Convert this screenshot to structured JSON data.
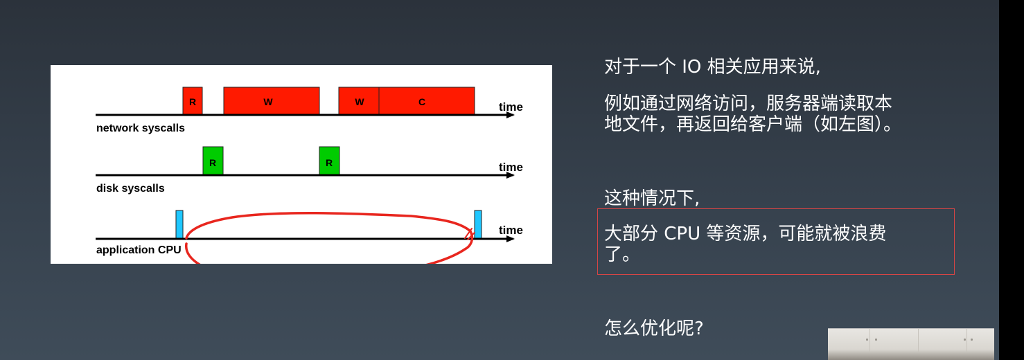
{
  "diagram": {
    "rows": [
      {
        "label": "network syscalls",
        "time_label": "time",
        "blocks": [
          {
            "text": "R",
            "color": "#ff1a00"
          },
          {
            "text": "W",
            "color": "#ff1a00"
          },
          {
            "text": "W",
            "color": "#ff1a00"
          },
          {
            "text": "C",
            "color": "#ff1a00"
          }
        ]
      },
      {
        "label": "disk syscalls",
        "time_label": "time",
        "blocks": [
          {
            "text": "R",
            "color": "#00cc00"
          },
          {
            "text": "R",
            "color": "#00cc00"
          }
        ]
      },
      {
        "label": "application CPU",
        "time_label": "time",
        "blocks": [
          {
            "text": "",
            "color": "#1fc7ff"
          },
          {
            "text": "",
            "color": "#1fc7ff"
          }
        ]
      }
    ],
    "annotation_color": "#e8261e"
  },
  "text": {
    "line1": "对于一个 IO 相关应用来说,",
    "line2": "例如通过网络访问，服务器端读取本\n地文件，再返回给客户端（如左图）。",
    "line3": "这种情况下,",
    "line4": "大部分 CPU 等资源，可能就被浪费\n了。",
    "line5": "怎么优化呢?"
  },
  "colors": {
    "background": "#36414d",
    "text": "#ffffff",
    "highlight_border": "#d64545"
  }
}
